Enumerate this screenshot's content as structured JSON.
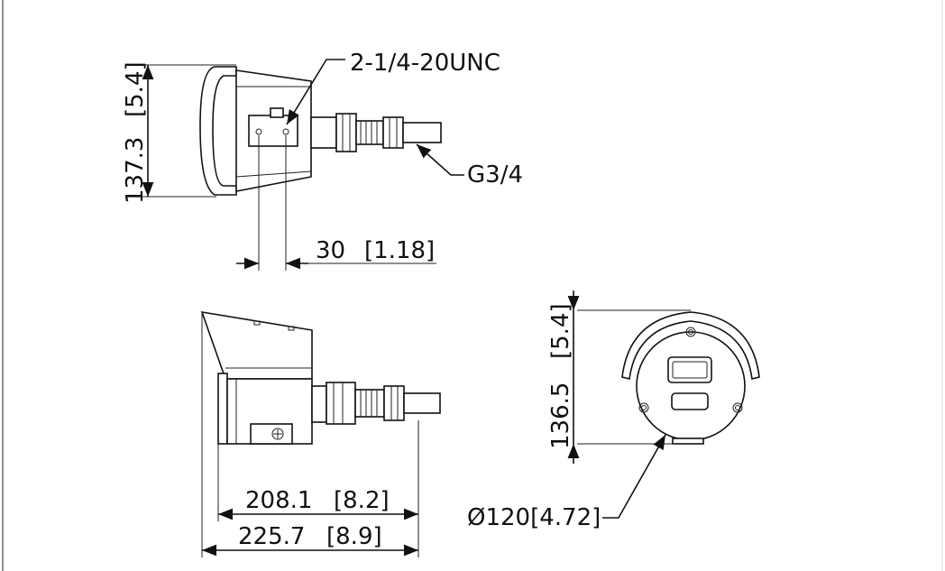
{
  "labels": {
    "thread_mount": "2-1/4-20UNC",
    "thread_pipe": "G3/4",
    "height_side_mm": "137.3",
    "height_side_in": "[5.4]",
    "bracket_offset_mm": "30",
    "bracket_offset_in": "[1.18]",
    "len_body_mm": "208.1",
    "len_body_in": "[8.2]",
    "len_total_mm": "225.7",
    "len_total_in": "[8.9]",
    "height_front_mm": "136.5",
    "height_front_in": "[5.4]",
    "diameter": "Ø120[4.72]"
  }
}
